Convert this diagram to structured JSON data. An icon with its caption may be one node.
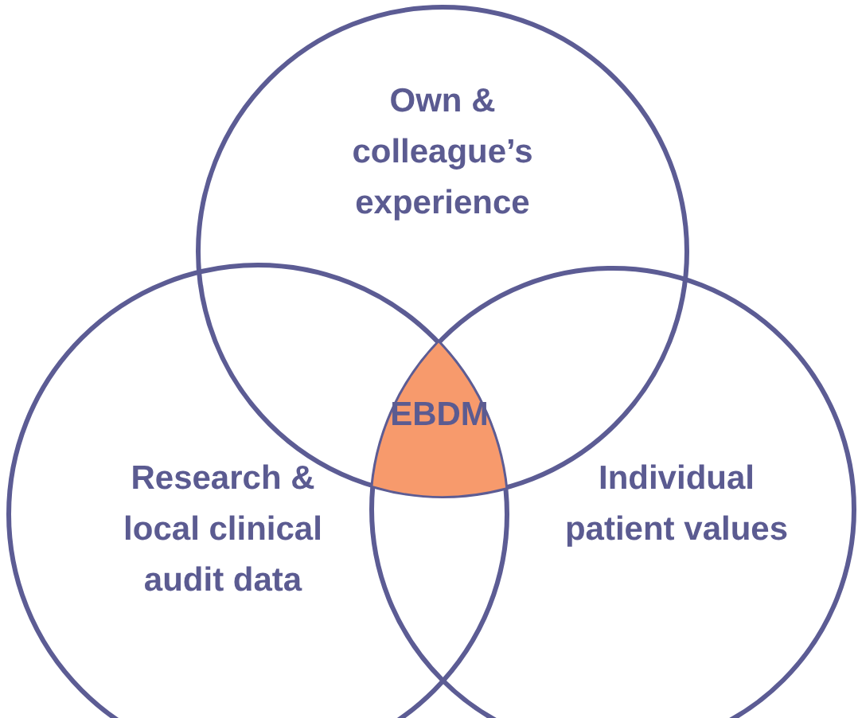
{
  "diagram": {
    "nodes": [
      {
        "text": [
          "Own & colleague’s experience"
        ]
      },
      {
        "text": [
          "Research & local clinical audit data"
        ]
      },
      {
        "text": [
          "Individual patient values"
        ]
      },
      {
        "text": [
          "EBDM"
        ]
      }
    ]
  }
}
